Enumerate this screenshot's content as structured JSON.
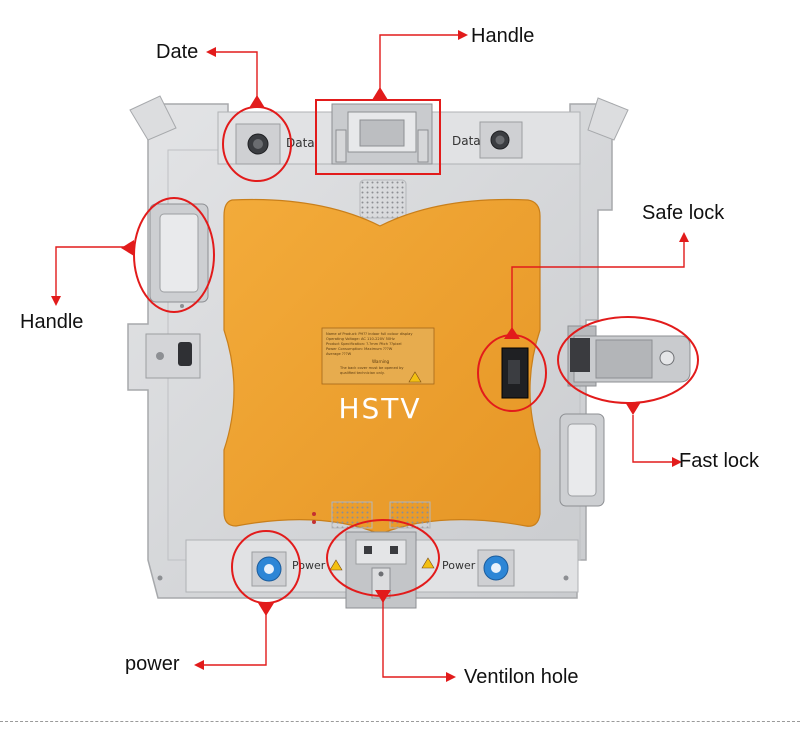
{
  "colors": {
    "annotation_red": "#e21b1b",
    "panel_gray": "#d9dadc",
    "panel_shadow": "#b7b9bc",
    "cover_orange": "#f0a233",
    "connector_blue": "#2d86d6",
    "warning_yellow": "#f3c012"
  },
  "callouts": {
    "date": "Date",
    "handle_top": "Handle",
    "handle_left": "Handle",
    "safe_lock": "Safe lock",
    "fast_lock": "Fast lock",
    "power": "power",
    "ventilation_hole": "Ventilon hole"
  },
  "panel": {
    "brand": "HSTV",
    "data_port_label_left": "Data",
    "data_port_label_right": "Data",
    "power_port_label_left": "Power",
    "power_port_label_right": "Power",
    "spec_label_lines": [
      "Name of Product:  PH?? indoor full colour display",
      "Operating Voltage:   AC 110-220V    50Hz",
      "Product Specification: ?.?mm   Pitch   ??pixel",
      "Power Consumption:  Maximum      ???W",
      "                                  Average       ???W",
      "Warning",
      "The back cover must be opened by",
      "qualified technician only."
    ]
  },
  "icons": {
    "arrowheads": "triangle-arrow-icon",
    "hazard": "warning-triangle-icon",
    "connector": "powercon-connector-icon",
    "data_connector": "ethercon-connector-icon"
  }
}
